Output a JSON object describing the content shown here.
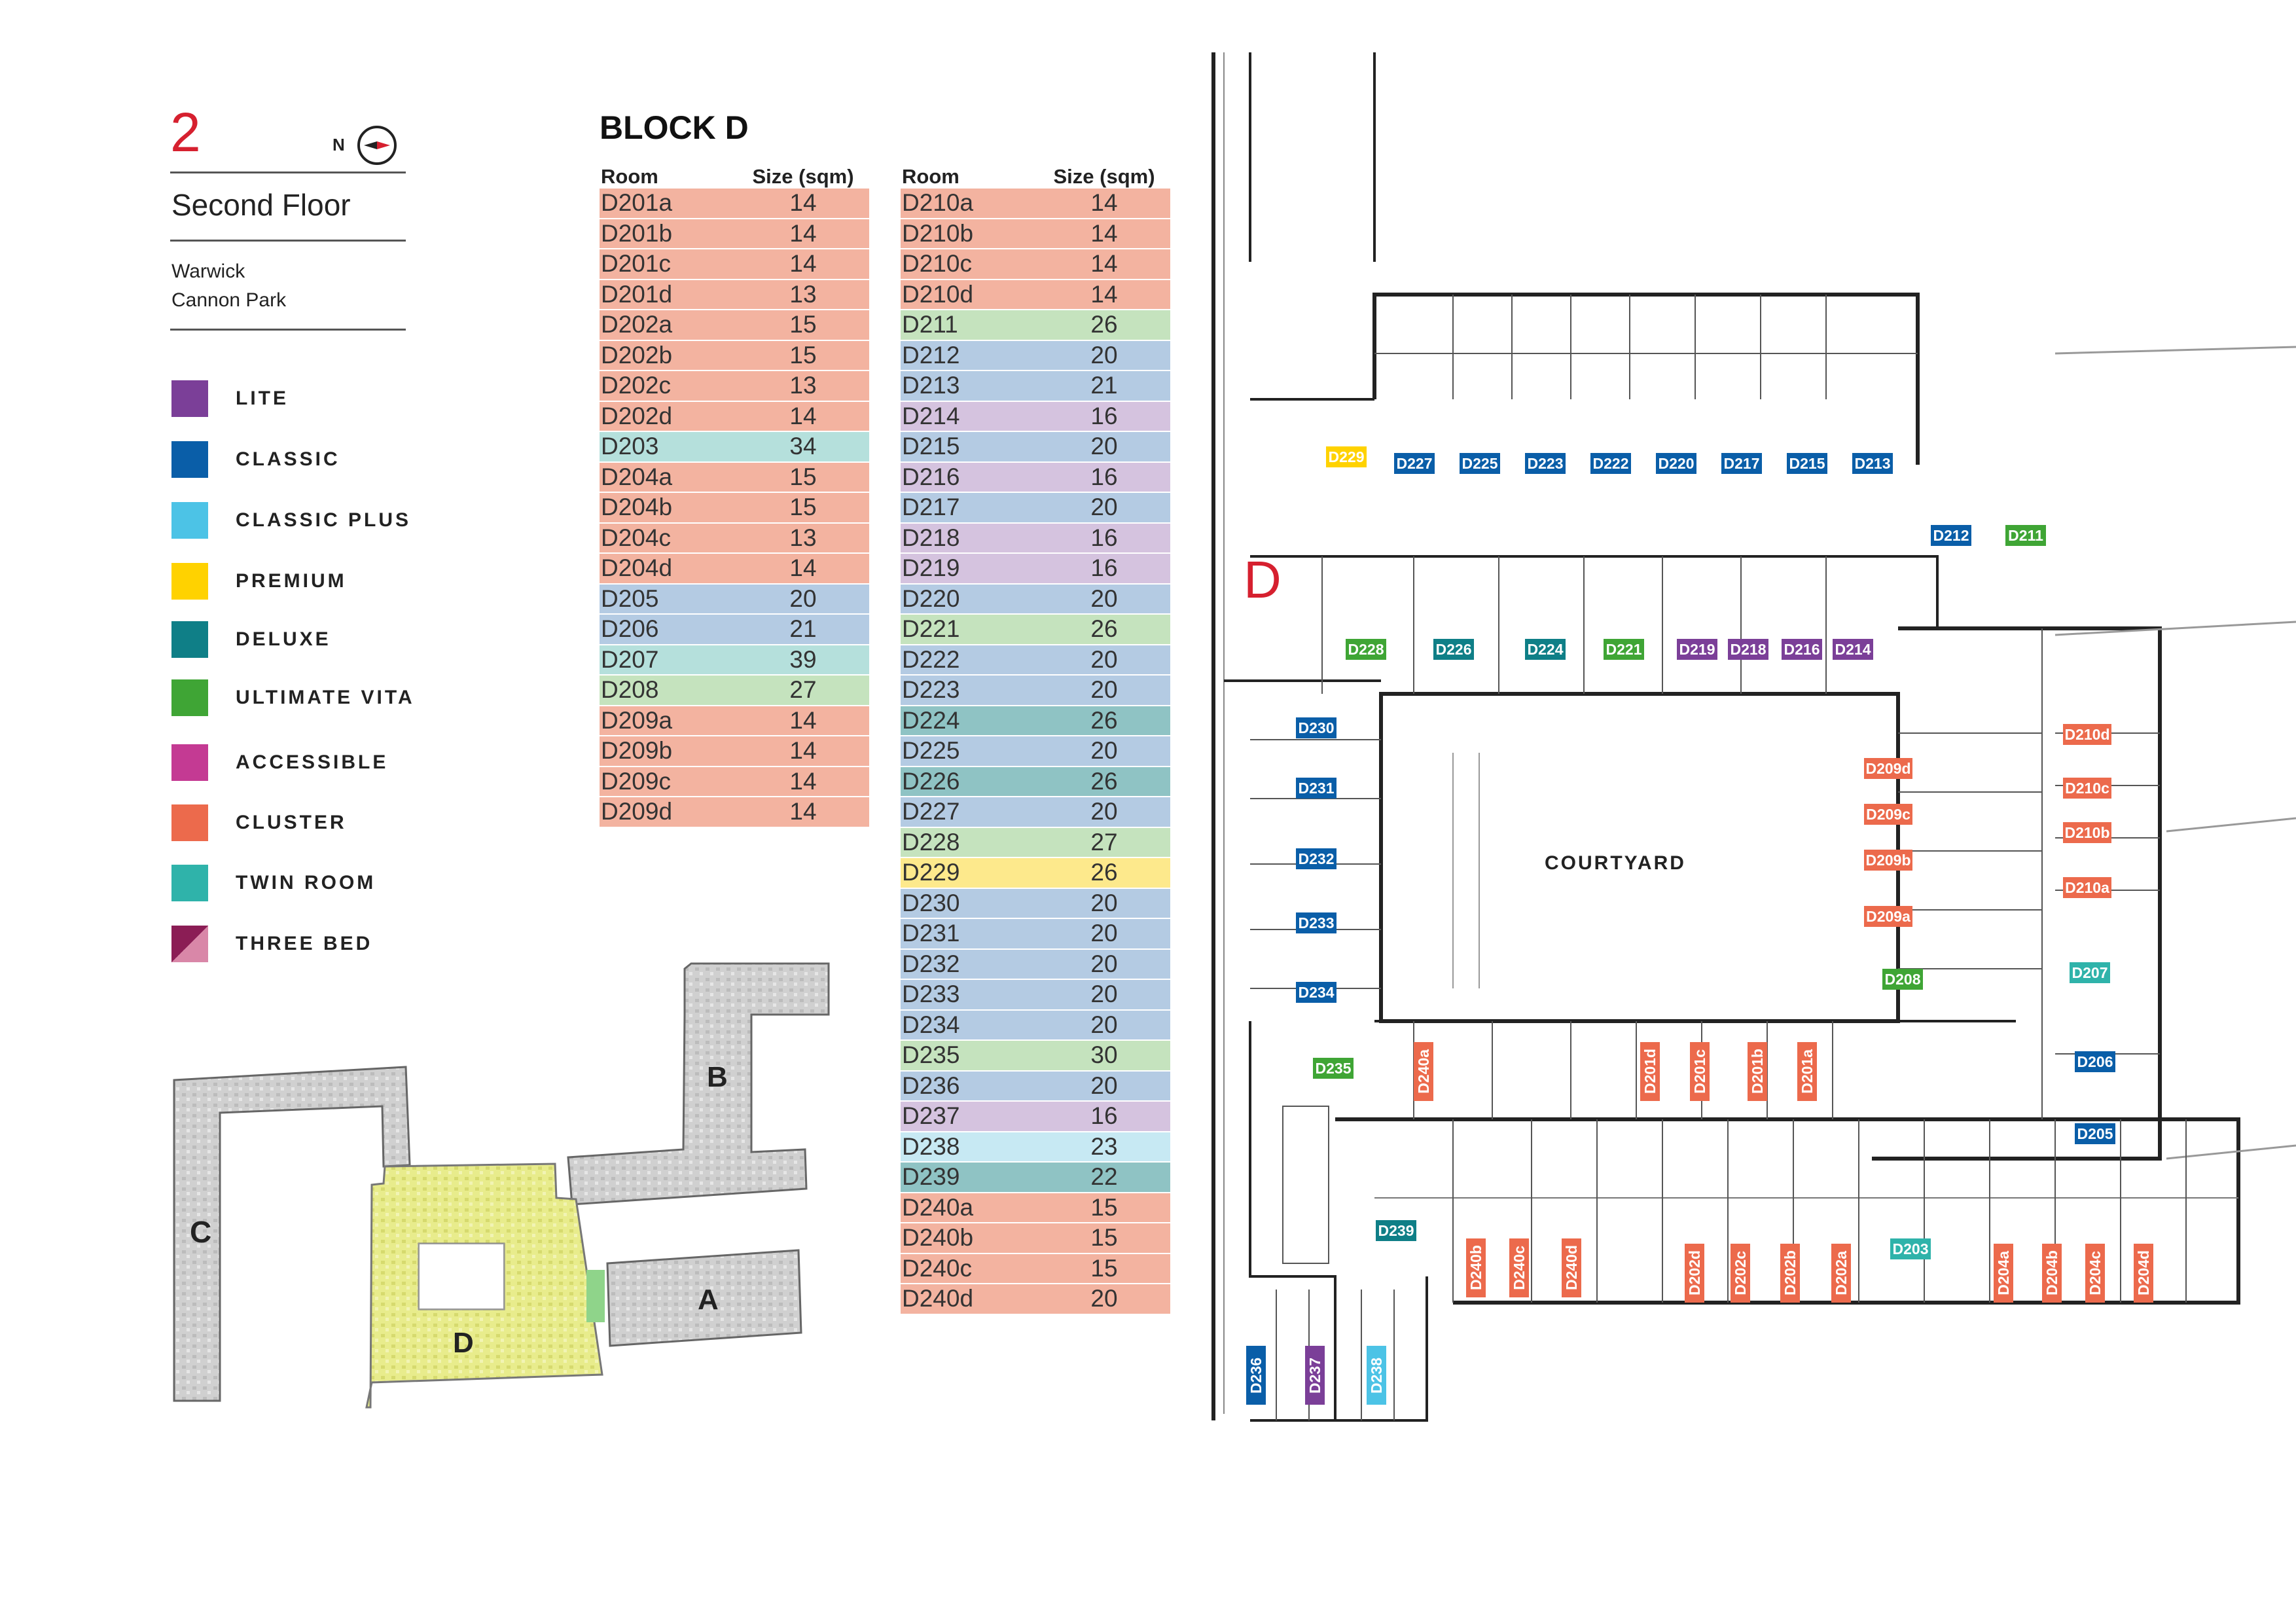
{
  "header": {
    "floor_number": "2",
    "floor_name": "Second Floor",
    "location_line1": "Warwick",
    "location_line2": "Cannon Park",
    "compass_n": "N"
  },
  "colors": {
    "lite": "#7b3f98",
    "classic": "#0a5ea8",
    "classic_plus": "#4cc3e6",
    "premium": "#ffd200",
    "deluxe": "#0f7f87",
    "ultimate_vita": "#3fa535",
    "accessible": "#c43a93",
    "cluster": "#ec6a4c",
    "twin_room": "#2fb3aa",
    "three_bed": "#8b1d55",
    "accent_red": "#d6202f"
  },
  "legend": [
    {
      "label": "LITE",
      "color": "#7b3f98"
    },
    {
      "label": "CLASSIC",
      "color": "#0a5ea8"
    },
    {
      "label": "CLASSIC PLUS",
      "color": "#4cc3e6"
    },
    {
      "label": "PREMIUM",
      "color": "#ffd200"
    },
    {
      "label": "DELUXE",
      "color": "#0f7f87"
    },
    {
      "label": "ULTIMATE VITA",
      "color": "#3fa535"
    },
    {
      "label": "ACCESSIBLE",
      "color": "#c43a93"
    },
    {
      "label": "CLUSTER",
      "color": "#ec6a4c"
    },
    {
      "label": "TWIN ROOM",
      "color": "#2fb3aa"
    },
    {
      "label": "THREE BED",
      "color": "#8b1d55"
    }
  ],
  "block": {
    "title": "BLOCK D",
    "col_room": "Room",
    "col_size": "Size (sqm)"
  },
  "table_left": [
    {
      "room": "D201a",
      "size": "14",
      "color": "#f3b3a0"
    },
    {
      "room": "D201b",
      "size": "14",
      "color": "#f3b3a0"
    },
    {
      "room": "D201c",
      "size": "14",
      "color": "#f3b3a0"
    },
    {
      "room": "D201d",
      "size": "13",
      "color": "#f3b3a0"
    },
    {
      "room": "D202a",
      "size": "15",
      "color": "#f3b3a0"
    },
    {
      "room": "D202b",
      "size": "15",
      "color": "#f3b3a0"
    },
    {
      "room": "D202c",
      "size": "13",
      "color": "#f3b3a0"
    },
    {
      "room": "D202d",
      "size": "14",
      "color": "#f3b3a0"
    },
    {
      "room": "D203",
      "size": "34",
      "color": "#b5e0dc"
    },
    {
      "room": "D204a",
      "size": "15",
      "color": "#f3b3a0"
    },
    {
      "room": "D204b",
      "size": "15",
      "color": "#f3b3a0"
    },
    {
      "room": "D204c",
      "size": "13",
      "color": "#f3b3a0"
    },
    {
      "room": "D204d",
      "size": "14",
      "color": "#f3b3a0"
    },
    {
      "room": "D205",
      "size": "20",
      "color": "#b4cbe3"
    },
    {
      "room": "D206",
      "size": "21",
      "color": "#b4cbe3"
    },
    {
      "room": "D207",
      "size": "39",
      "color": "#b5e0dc"
    },
    {
      "room": "D208",
      "size": "27",
      "color": "#c5e3be"
    },
    {
      "room": "D209a",
      "size": "14",
      "color": "#f3b3a0"
    },
    {
      "room": "D209b",
      "size": "14",
      "color": "#f3b3a0"
    },
    {
      "room": "D209c",
      "size": "14",
      "color": "#f3b3a0"
    },
    {
      "room": "D209d",
      "size": "14",
      "color": "#f3b3a0"
    }
  ],
  "table_right": [
    {
      "room": "D210a",
      "size": "14",
      "color": "#f3b3a0"
    },
    {
      "room": "D210b",
      "size": "14",
      "color": "#f3b3a0"
    },
    {
      "room": "D210c",
      "size": "14",
      "color": "#f3b3a0"
    },
    {
      "room": "D210d",
      "size": "14",
      "color": "#f3b3a0"
    },
    {
      "room": "D211",
      "size": "26",
      "color": "#c5e3be"
    },
    {
      "room": "D212",
      "size": "20",
      "color": "#b4cbe3"
    },
    {
      "room": "D213",
      "size": "21",
      "color": "#b4cbe3"
    },
    {
      "room": "D214",
      "size": "16",
      "color": "#d5c3df"
    },
    {
      "room": "D215",
      "size": "20",
      "color": "#b4cbe3"
    },
    {
      "room": "D216",
      "size": "16",
      "color": "#d5c3df"
    },
    {
      "room": "D217",
      "size": "20",
      "color": "#b4cbe3"
    },
    {
      "room": "D218",
      "size": "16",
      "color": "#d5c3df"
    },
    {
      "room": "D219",
      "size": "16",
      "color": "#d5c3df"
    },
    {
      "room": "D220",
      "size": "20",
      "color": "#b4cbe3"
    },
    {
      "room": "D221",
      "size": "26",
      "color": "#c5e3be"
    },
    {
      "room": "D222",
      "size": "20",
      "color": "#b4cbe3"
    },
    {
      "room": "D223",
      "size": "20",
      "color": "#b4cbe3"
    },
    {
      "room": "D224",
      "size": "26",
      "color": "#8fc3c4"
    },
    {
      "room": "D225",
      "size": "20",
      "color": "#b4cbe3"
    },
    {
      "room": "D226",
      "size": "26",
      "color": "#8fc3c4"
    },
    {
      "room": "D227",
      "size": "20",
      "color": "#b4cbe3"
    },
    {
      "room": "D228",
      "size": "27",
      "color": "#c5e3be"
    },
    {
      "room": "D229",
      "size": "26",
      "color": "#fde98c"
    },
    {
      "room": "D230",
      "size": "20",
      "color": "#b4cbe3"
    },
    {
      "room": "D231",
      "size": "20",
      "color": "#b4cbe3"
    },
    {
      "room": "D232",
      "size": "20",
      "color": "#b4cbe3"
    },
    {
      "room": "D233",
      "size": "20",
      "color": "#b4cbe3"
    },
    {
      "room": "D234",
      "size": "20",
      "color": "#b4cbe3"
    },
    {
      "room": "D235",
      "size": "30",
      "color": "#c5e3be"
    },
    {
      "room": "D236",
      "size": "20",
      "color": "#b4cbe3"
    },
    {
      "room": "D237",
      "size": "16",
      "color": "#d5c3df"
    },
    {
      "room": "D238",
      "size": "23",
      "color": "#c7e9f3"
    },
    {
      "room": "D239",
      "size": "22",
      "color": "#8fc3c4"
    },
    {
      "room": "D240a",
      "size": "15",
      "color": "#f3b3a0"
    },
    {
      "room": "D240b",
      "size": "15",
      "color": "#f3b3a0"
    },
    {
      "room": "D240c",
      "size": "15",
      "color": "#f3b3a0"
    },
    {
      "room": "D240d",
      "size": "20",
      "color": "#f3b3a0"
    }
  ],
  "key_plan": {
    "label_a": "A",
    "label_b": "B",
    "label_c": "C",
    "label_d": "D"
  },
  "plan": {
    "block_label": "D",
    "courtyard": "COURTYARD",
    "tags": [
      {
        "t": "D229",
        "c": "#ffd200"
      },
      {
        "t": "D227",
        "c": "#0a5ea8"
      },
      {
        "t": "D225",
        "c": "#0a5ea8"
      },
      {
        "t": "D223",
        "c": "#0a5ea8"
      },
      {
        "t": "D222",
        "c": "#0a5ea8"
      },
      {
        "t": "D220",
        "c": "#0a5ea8"
      },
      {
        "t": "D217",
        "c": "#0a5ea8"
      },
      {
        "t": "D215",
        "c": "#0a5ea8"
      },
      {
        "t": "D213",
        "c": "#0a5ea8"
      },
      {
        "t": "D212",
        "c": "#0a5ea8"
      },
      {
        "t": "D211",
        "c": "#3fa535"
      },
      {
        "t": "D228",
        "c": "#3fa535"
      },
      {
        "t": "D226",
        "c": "#0f7f87"
      },
      {
        "t": "D224",
        "c": "#0f7f87"
      },
      {
        "t": "D221",
        "c": "#3fa535"
      },
      {
        "t": "D219",
        "c": "#7b3f98"
      },
      {
        "t": "D218",
        "c": "#7b3f98"
      },
      {
        "t": "D216",
        "c": "#7b3f98"
      },
      {
        "t": "D214",
        "c": "#7b3f98"
      },
      {
        "t": "D230",
        "c": "#0a5ea8"
      },
      {
        "t": "D231",
        "c": "#0a5ea8"
      },
      {
        "t": "D232",
        "c": "#0a5ea8"
      },
      {
        "t": "D233",
        "c": "#0a5ea8"
      },
      {
        "t": "D234",
        "c": "#0a5ea8"
      },
      {
        "t": "D235",
        "c": "#3fa535"
      },
      {
        "t": "D209d",
        "c": "#ec6a4c"
      },
      {
        "t": "D209c",
        "c": "#ec6a4c"
      },
      {
        "t": "D209b",
        "c": "#ec6a4c"
      },
      {
        "t": "D209a",
        "c": "#ec6a4c"
      },
      {
        "t": "D208",
        "c": "#3fa535"
      },
      {
        "t": "D210d",
        "c": "#ec6a4c"
      },
      {
        "t": "D210c",
        "c": "#ec6a4c"
      },
      {
        "t": "D210b",
        "c": "#ec6a4c"
      },
      {
        "t": "D210a",
        "c": "#ec6a4c"
      },
      {
        "t": "D207",
        "c": "#2fb3aa"
      },
      {
        "t": "D206",
        "c": "#0a5ea8"
      },
      {
        "t": "D205",
        "c": "#0a5ea8"
      },
      {
        "t": "D240a",
        "c": "#ec6a4c"
      },
      {
        "t": "D201d",
        "c": "#ec6a4c"
      },
      {
        "t": "D201c",
        "c": "#ec6a4c"
      },
      {
        "t": "D201b",
        "c": "#ec6a4c"
      },
      {
        "t": "D201a",
        "c": "#ec6a4c"
      },
      {
        "t": "D239",
        "c": "#0f7f87"
      },
      {
        "t": "D240b",
        "c": "#ec6a4c"
      },
      {
        "t": "D240c",
        "c": "#ec6a4c"
      },
      {
        "t": "D240d",
        "c": "#ec6a4c"
      },
      {
        "t": "D202d",
        "c": "#ec6a4c"
      },
      {
        "t": "D202c",
        "c": "#ec6a4c"
      },
      {
        "t": "D202b",
        "c": "#ec6a4c"
      },
      {
        "t": "D202a",
        "c": "#ec6a4c"
      },
      {
        "t": "D203",
        "c": "#2fb3aa"
      },
      {
        "t": "D204a",
        "c": "#ec6a4c"
      },
      {
        "t": "D204b",
        "c": "#ec6a4c"
      },
      {
        "t": "D204c",
        "c": "#ec6a4c"
      },
      {
        "t": "D204d",
        "c": "#ec6a4c"
      },
      {
        "t": "D236",
        "c": "#0a5ea8"
      },
      {
        "t": "D237",
        "c": "#7b3f98"
      },
      {
        "t": "D238",
        "c": "#4cc3e6"
      }
    ]
  }
}
